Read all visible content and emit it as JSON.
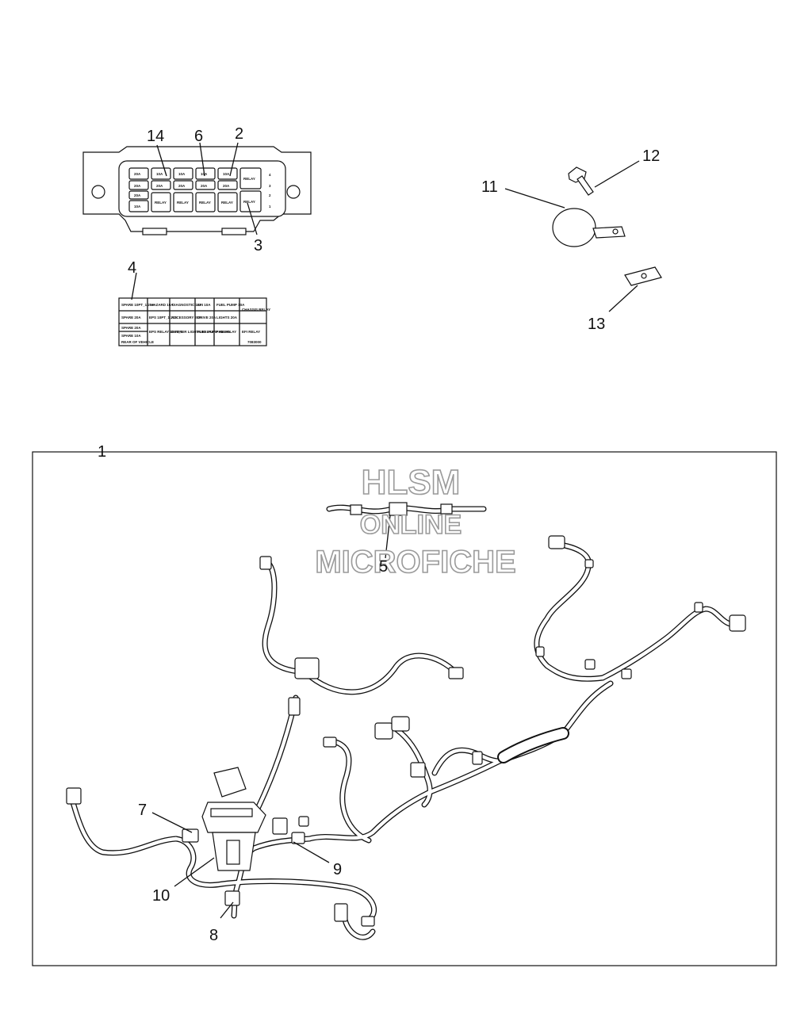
{
  "callouts": {
    "c1": "1",
    "c2": "2",
    "c3": "3",
    "c4": "4",
    "c5": "5",
    "c6": "6",
    "c7": "7",
    "c8": "8",
    "c9": "9",
    "c10": "10",
    "c11": "11",
    "c12": "12",
    "c13": "13",
    "c14": "14"
  },
  "fuse_box": {
    "row1": [
      "20A",
      "10A",
      "10A",
      "10A",
      "10A"
    ],
    "row2": [
      "20A",
      "20A",
      "20A",
      "20A",
      "20A"
    ],
    "row3": [
      "20A"
    ],
    "row4": [
      "10A",
      "RELAY",
      "RELAY",
      "RELAY",
      "RELAY"
    ],
    "right_relay_top": "RELAY",
    "right_relay_bottom": "RELAY",
    "side_numbers": [
      "4",
      "3",
      "2",
      "1"
    ]
  },
  "fuse_label": {
    "cells": [
      "SPARE 10PT_1 20A",
      "HAZARD 10A",
      "DIAGNOSTIC 10A",
      "EFI 10A",
      "FUEL PUMP 10A",
      "CHASSIS RELAY",
      "SPARE 20A",
      "EPS 10PT_1 20A",
      "ACCESSORY 20A",
      "DRIVE 20A",
      "LIGHTS 20A",
      "SPARE 20A",
      "SPARE 10A",
      "EPS RELAY 10PT_1",
      "DUMPER LIGHTS RELAY",
      "FUEL PUMP RELAY",
      "FAN RELAY",
      "EFI RELAY"
    ],
    "rear_note": "REAR OF VEHICLE",
    "part_no": "7083000"
  },
  "watermark": {
    "line1": "HLSM",
    "line2": "ONLINE",
    "line3": "MICROFICHE"
  },
  "colors": {
    "line": "#111111",
    "watermark_outline": "#9a9a9a",
    "background": "#ffffff"
  }
}
